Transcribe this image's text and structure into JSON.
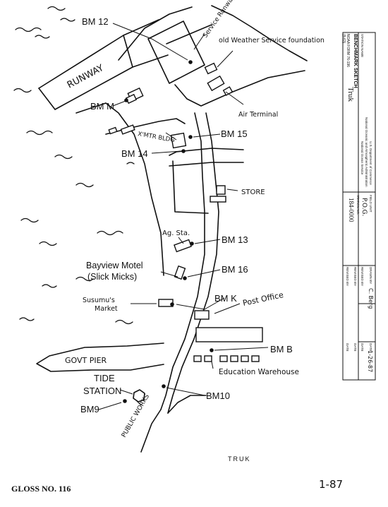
{
  "title_block": {
    "agency_top": "NOAA FORM 76-196",
    "agency_top2": "(8-63)",
    "form_title": "BENCHMARK SKETCH",
    "station_name_label": "STATION NAME",
    "station_name": "Truk",
    "dept_line1": "U.S. Department of Commerce",
    "dept_line2": "National Oceanic and Atmospheric Administration",
    "dept_line3": "National Ocean Service",
    "field_unit_label": "FIELD UNIT",
    "field_unit": "P.O.G.",
    "station_no_label": "STATION NO.",
    "station_no": "184-0000",
    "drawn_by_label": "DRAWN BY",
    "drawn_by": "C. Berg",
    "revised_by_label": "REVISED BY",
    "date_label": "DATE",
    "date": "1-26-87"
  },
  "labels": {
    "bm12": "BM 12",
    "service_runway": "Service Runway",
    "old_weather": "old Weather Service foundation",
    "runway": "RUNWAY",
    "bm_m": "BM M",
    "air_terminal": "Air Terminal",
    "xmtr_bldg": "X'MTR BLDG",
    "bm15": "BM 15",
    "bm14": "BM 14",
    "store": "STORE",
    "ag_sta": "Ag. Sta.",
    "bm13": "BM 13",
    "bayview_1": "Bayview Motel",
    "bayview_2": "(Slick Micks)",
    "bm16": "BM 16",
    "susumu_1": "Susumu's",
    "susumu_2": "Market",
    "bmk": "BM K",
    "post_office": "Post Office",
    "govt_pier": "GOVT PIER",
    "bmb": "BM B",
    "education": "Education Warehouse",
    "tide_1": "TIDE",
    "tide_2": "STATION",
    "bm9": "BM9",
    "public_works": "PUBLIC WORKS",
    "bm10": "BM10",
    "truk": "TRUK",
    "gloss": "GLOSS NO. 116",
    "page_note": "1-87"
  }
}
